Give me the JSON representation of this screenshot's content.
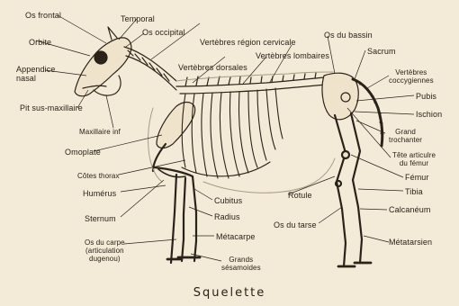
{
  "figure": {
    "caption": "Squelette",
    "labels": {
      "os_frontal": "Os frontal",
      "temporal": "Temporal",
      "os_occipital": "Os occipital",
      "orbite": "Orbite",
      "appendice_nasal": "Appendice\nnasal",
      "sus_maxillaire": "Pit sus-maxillaire",
      "maxillaire_inf": "Maxillaire inf",
      "omoplate": "Omoplate",
      "cotes_thorax": "Côtes thorax",
      "humerus": "Humérus",
      "sternum": "Sternum",
      "os_du_carpe": "Os du carpe\n(articulation\ndugenou)",
      "vertebres_cervicale": "Vertèbres région cervicale",
      "vertebres_lombaires": "Vertèbres lombaires",
      "vertebres_dorsales": "Vertèbres dorsales",
      "os_du_bassin": "Os du bassin",
      "sacrum": "Sacrum",
      "vertebres_coccygiennes": "Vertèbres\ncoccygiennes",
      "pubis": "Pubis",
      "ischion": "Ischion",
      "grand_trochanter": "Grand\ntrochanter",
      "tete_articulaire_femur": "Tête articulre\ndu fémur",
      "femur": "Fémur",
      "tibia": "Tibia",
      "calcaneum": "Calcanéum",
      "metatarsien": "Métatarsien",
      "cubitus": "Cubitus",
      "radius": "Radius",
      "rotule": "Rotule",
      "os_du_tarse": "Os du tarse",
      "metacarpe": "Métacarpe",
      "grands_sesamoides": "Grands\nsésamoides"
    }
  }
}
